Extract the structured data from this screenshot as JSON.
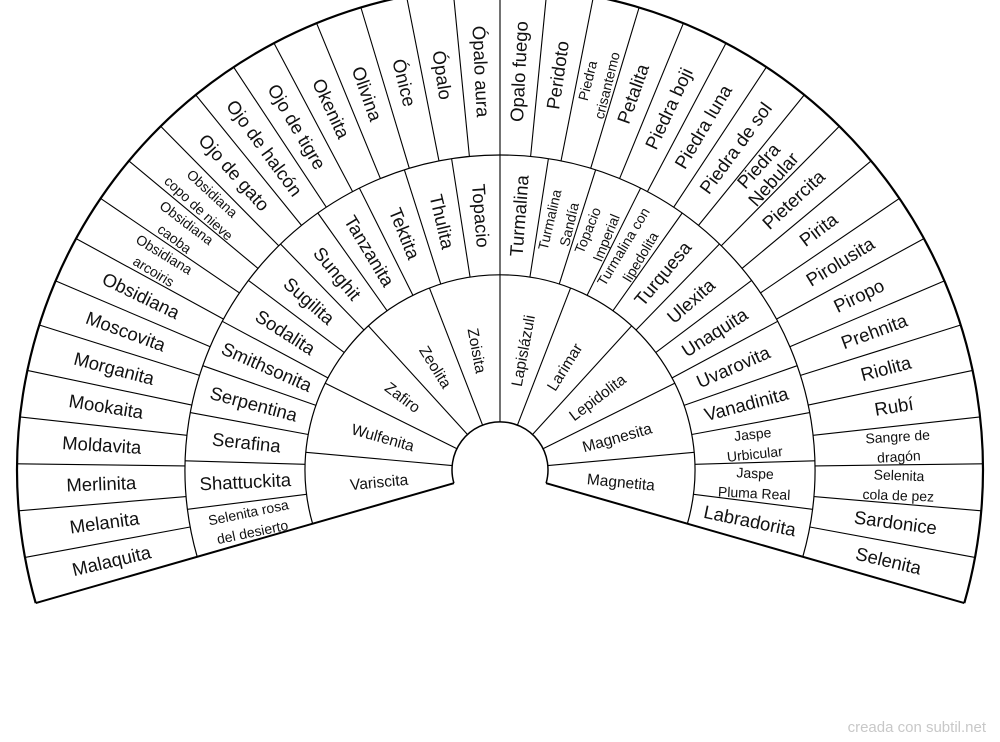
{
  "rings": [
    [
      "Malaquita",
      "Melanita",
      "Merlinita",
      "Moldavita",
      "Mookaita",
      "Morganita",
      "Moscovita",
      "Obsidiana",
      "Obsidiana\narcoiris",
      "Obsidiana\ncaoba",
      "Obsidiana\ncopo de nieve",
      "Ojo de gato",
      "Ojo de halcón",
      "Ojo de tigre",
      "Okenita",
      "Olivina",
      "Ónice",
      "Ópalo",
      "Ópalo aura",
      "Opalo fuego",
      "Peridoto",
      "Piedra\ncrisantemo",
      "Petalita",
      "Piedra boji",
      "Piedra luna",
      "Piedra de sol",
      "Piedra\nNebular",
      "Pietercita",
      "Pirita",
      "Pirolusita",
      "Piropo",
      "Prehnita",
      "Riolita",
      "Rubí",
      "Sangre de\ndragón",
      "Selenita\ncola de pez",
      "Sardonice",
      "Selenita"
    ],
    [
      "Selenita rosa\ndel desierto",
      "Shattuckita",
      "Serafina",
      "Serpentina",
      "Smithsonita",
      "Sodalita",
      "Sugilita",
      "Sunghit",
      "Tanzanita",
      "Tektita",
      "Thulita",
      "Topacio",
      "Turmalina",
      "Turmalina\nSandía",
      "Topacio\nImperial",
      "Turmalina con\nlipedolita",
      "Turquesa",
      "Ulexita",
      "Unaquita",
      "Uvarovita",
      "Vanadinita",
      "Jaspe\nUrbicular",
      "Jaspe\nPluma Real",
      "Labradorita"
    ],
    [
      "Variscita",
      "Wulfenita",
      "Zafiro",
      "Zeolita",
      "Zoisita",
      "Lapislázuli",
      "Larimar",
      "Lepidolita",
      "Magnesita",
      "Magnetita"
    ]
  ],
  "credit": "creada con subtil.net"
}
